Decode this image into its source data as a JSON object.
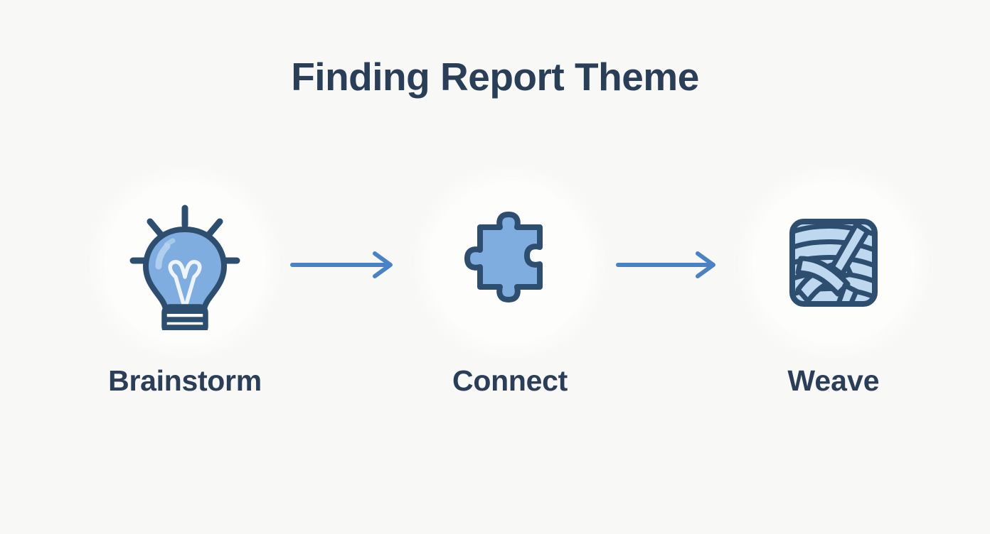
{
  "header": {
    "title": "Finding Report Theme"
  },
  "colors": {
    "background": "#f8f8f6",
    "circle": "#fdfdfb",
    "text_navy": "#2b3e58",
    "icon_outline": "#2e4e70",
    "icon_fill_blue": "#7fade0",
    "icon_fill_light": "#bdd8ef",
    "arrow_blue": "#4a82c4",
    "filament": "#eef4fb"
  },
  "flow": {
    "steps": [
      {
        "label": "Brainstorm",
        "icon": "lightbulb-icon",
        "icon_description": "blue lightbulb with radiating rays, filament and screw base"
      },
      {
        "label": "Connect",
        "icon": "puzzle-piece-icon",
        "icon_description": "blue jigsaw puzzle piece with top, bottom and left knobs and a right socket"
      },
      {
        "label": "Weave",
        "icon": "woven-yarn-icon",
        "icon_description": "light blue woven yarn square with a knitting needle passing through"
      }
    ],
    "connectors": [
      {
        "name": "arrow-1",
        "direction": "right"
      },
      {
        "name": "arrow-2",
        "direction": "right"
      }
    ]
  }
}
